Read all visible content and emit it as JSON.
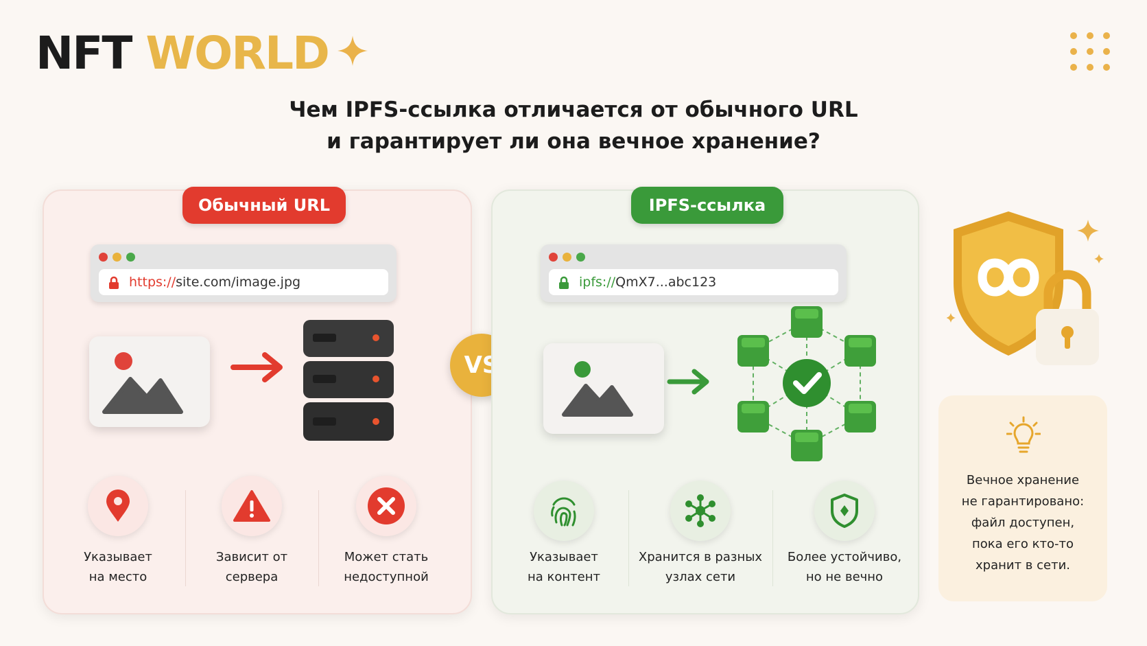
{
  "header": {
    "logo_part1": "NFT",
    "logo_part2": "WORLD",
    "title_line1": "Чем IPFS-ссылка отличается от обычного URL",
    "title_line2": "и гарантирует ли она вечное хранение?"
  },
  "left": {
    "badge": "Обычный URL",
    "url_scheme": "https://",
    "url_rest": "site.com/image.jpg",
    "features": [
      {
        "line1": "Указывает",
        "line2": "на место",
        "icon": "location-pin-icon"
      },
      {
        "line1": "Зависит от",
        "line2": "сервера",
        "icon": "warning-icon"
      },
      {
        "line1": "Может стать",
        "line2": "недоступной",
        "icon": "x-circle-icon"
      }
    ]
  },
  "right": {
    "badge": "IPFS-ссылка",
    "url_scheme": "ipfs://",
    "url_rest": "QmX7...abc123",
    "features": [
      {
        "line1": "Указывает",
        "line2": "на контент",
        "icon": "fingerprint-icon"
      },
      {
        "line1": "Хранится в разных",
        "line2": "узлах сети",
        "icon": "network-icon"
      },
      {
        "line1": "Более устойчиво,",
        "line2": "но не вечно",
        "icon": "shield-icon"
      }
    ]
  },
  "vs_label": "VS",
  "note": {
    "lines": [
      "Вечное хранение",
      "не гарантировано:",
      "файл доступен,",
      "пока его кто-то",
      "хранит в сети."
    ]
  },
  "colors": {
    "accent_gold": "#e8b64a",
    "red": "#e23b2e",
    "green": "#3a9a3a"
  }
}
